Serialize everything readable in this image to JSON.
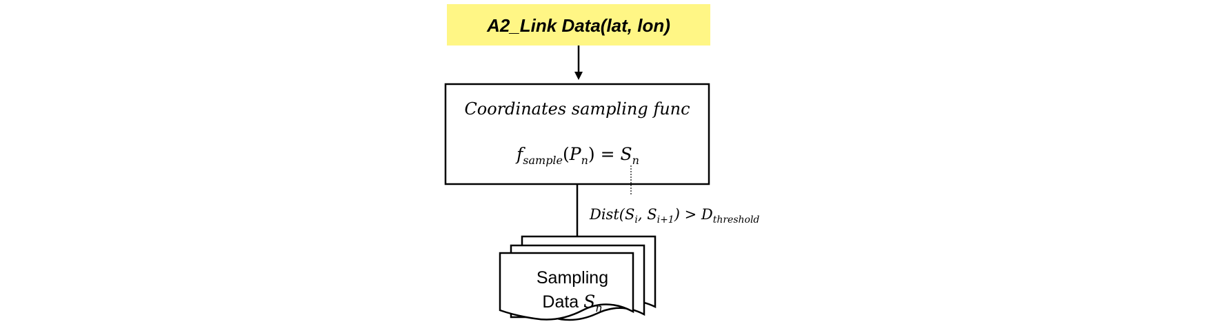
{
  "input_node": {
    "label": "A2_Link Data(lat, lon)",
    "fill_color": "#fff685"
  },
  "process_node": {
    "title": "Coordinates sampling func",
    "formula": {
      "fn": "f",
      "fn_sub": "sample",
      "open": "(",
      "arg": "P",
      "arg_sub": "n",
      "close_eq": ") = ",
      "result": "S",
      "result_sub": "n"
    }
  },
  "condition": {
    "fn": "Dist(",
    "a": "S",
    "a_sub": "i",
    "sep": ", ",
    "b": "S",
    "b_sub": "i+1",
    "rest": ") > ",
    "d": "D",
    "d_sub": "threshold"
  },
  "output_node": {
    "line1": "Sampling",
    "line2": "Data ",
    "var": "S",
    "var_sub": "n"
  }
}
